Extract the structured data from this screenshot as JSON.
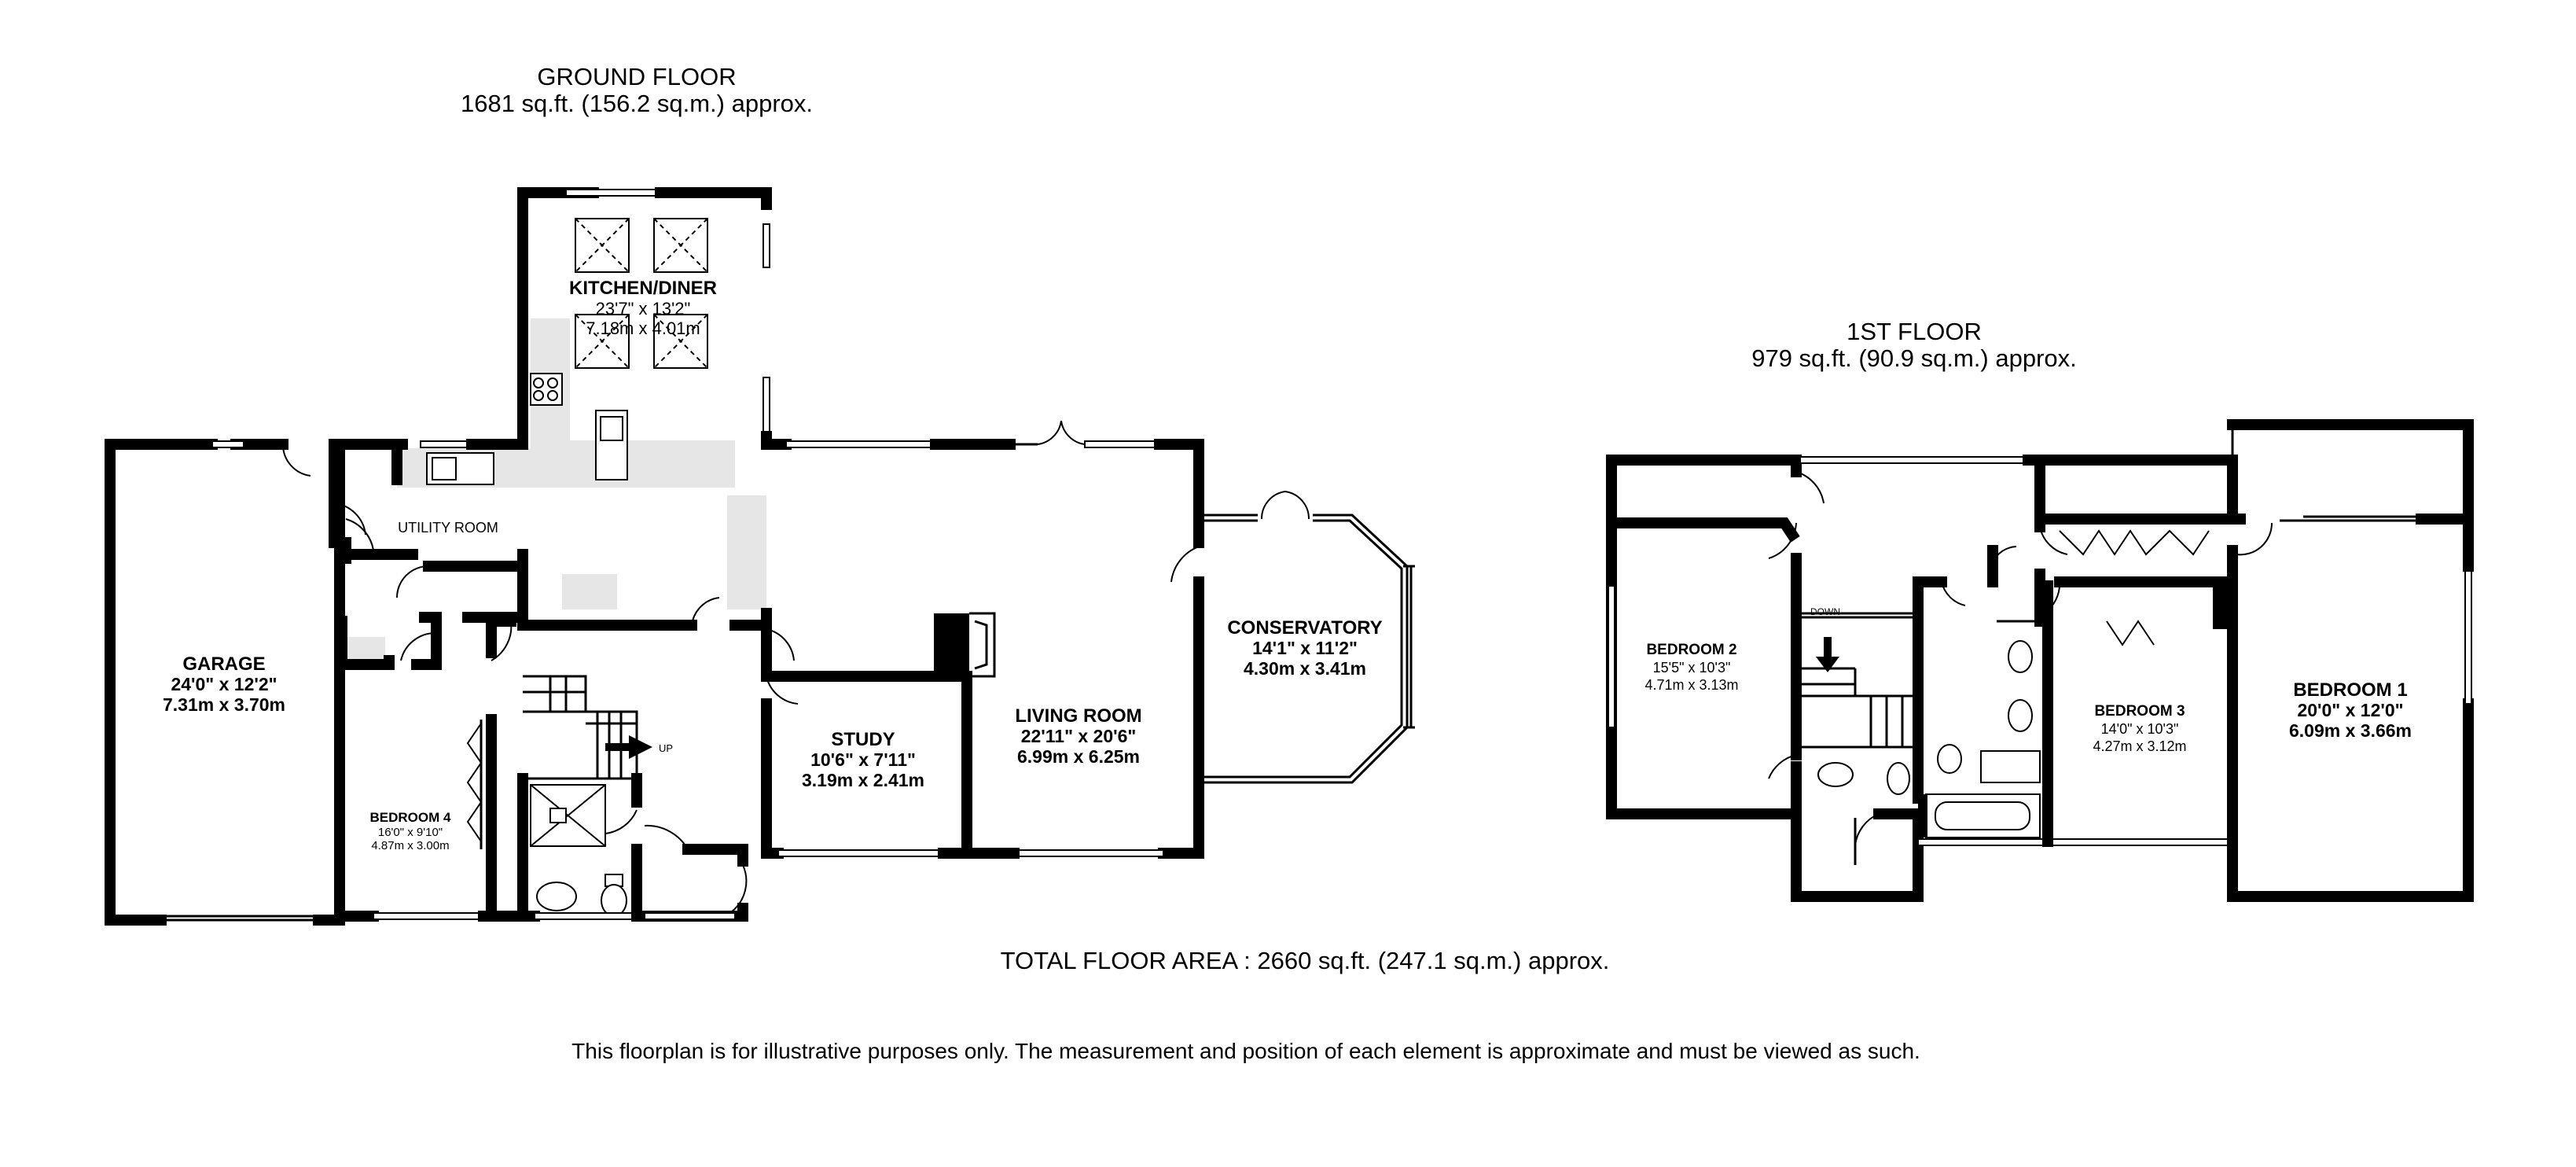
{
  "ground_floor": {
    "title": "GROUND FLOOR",
    "area": "1681 sq.ft. (156.2 sq.m.) approx.",
    "rooms": {
      "kitchen": {
        "name": "KITCHEN/DINER",
        "imperial": "23'7\"  x 13'2\"",
        "metric": "7.18m  x 4.01m"
      },
      "utility": {
        "name": "UTILITY ROOM"
      },
      "garage": {
        "name": "GARAGE",
        "imperial": "24'0\"  x 12'2\"",
        "metric": "7.31m  x 3.70m"
      },
      "bedroom4": {
        "name": "BEDROOM 4",
        "imperial": "16'0\"  x 9'10\"",
        "metric": "4.87m  x 3.00m"
      },
      "study": {
        "name": "STUDY",
        "imperial": "10'6\"  x 7'11\"",
        "metric": "3.19m  x 2.41m"
      },
      "living": {
        "name": "LIVING ROOM",
        "imperial": "22'11\"  x 20'6\"",
        "metric": "6.99m  x 6.25m"
      },
      "conservatory": {
        "name": "CONSERVATORY",
        "imperial": "14'1\"  x 11'2\"",
        "metric": "4.30m  x 3.41m"
      }
    },
    "stair_label": "UP"
  },
  "first_floor": {
    "title": "1ST FLOOR",
    "area": "979 sq.ft. (90.9 sq.m.) approx.",
    "rooms": {
      "bedroom2": {
        "name": "BEDROOM 2",
        "imperial": "15'5\"  x 10'3\"",
        "metric": "4.71m  x 3.13m"
      },
      "bedroom3": {
        "name": "BEDROOM 3",
        "imperial": "14'0\"  x 10'3\"",
        "metric": "4.27m  x 3.12m"
      },
      "bedroom1": {
        "name": "BEDROOM 1",
        "imperial": "20'0\"  x 12'0\"",
        "metric": "6.09m  x 3.66m"
      }
    },
    "stair_label": "DOWN"
  },
  "total_area": "TOTAL FLOOR AREA : 2660 sq.ft. (247.1 sq.m.) approx.",
  "disclaimer": "This floorplan is for illustrative purposes only. The measurement and position of each element is approximate and must be viewed as such."
}
